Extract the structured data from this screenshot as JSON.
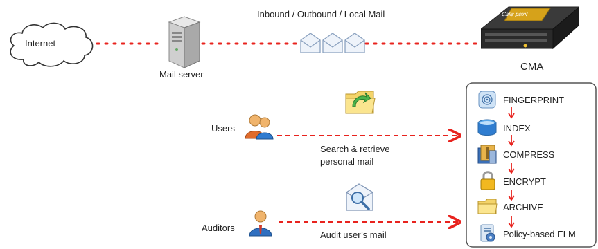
{
  "nodes": {
    "internet": "Internet",
    "mail_server": "Mail server",
    "cma": "CMA",
    "cma_brand": "Calls point",
    "users": "Users",
    "auditors": "Auditors"
  },
  "edges": {
    "mail_flow": "Inbound / Outbound / Local  Mail",
    "search_line1": "Search & retrieve",
    "search_line2": "personal mail",
    "audit": "Audit user’s mail"
  },
  "process_steps": [
    {
      "label": "FINGERPRINT",
      "icon": "fingerprint-icon"
    },
    {
      "label": "INDEX",
      "icon": "index-icon"
    },
    {
      "label": "COMPRESS",
      "icon": "compress-icon"
    },
    {
      "label": "ENCRYPT",
      "icon": "lock-icon"
    },
    {
      "label": "ARCHIVE",
      "icon": "folder-icon"
    },
    {
      "label": "Policy-based ELM",
      "icon": "policy-icon"
    }
  ],
  "colors": {
    "dotted_line": "#e8231e",
    "dashed_line": "#e8231e",
    "step_arrow": "#e8231e",
    "panel_border": "#555555"
  }
}
